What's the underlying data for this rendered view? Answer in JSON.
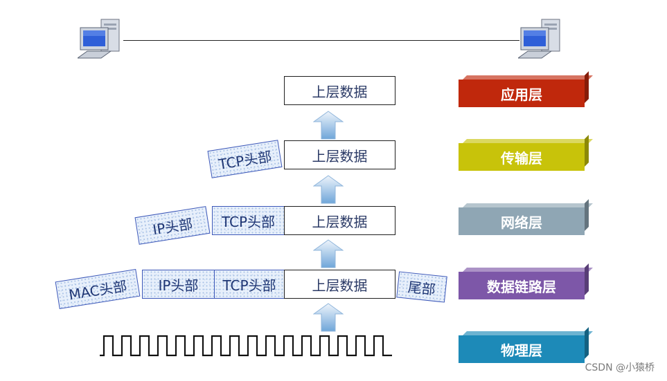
{
  "packet": {
    "upper_data": "上层数据",
    "tcp_header": "TCP头部",
    "ip_header": "IP头部",
    "mac_header": "MAC头部",
    "trailer": "尾部"
  },
  "layers": [
    {
      "label": "应用层",
      "color": "#c0280c"
    },
    {
      "label": "传输层",
      "color": "#c8c30a"
    },
    {
      "label": "网络层",
      "color": "#8fa6b4"
    },
    {
      "label": "数据链路层",
      "color": "#7d57a8"
    },
    {
      "label": "物理层",
      "color": "#1d8ab8"
    }
  ],
  "icons": {
    "host": "computer-icon",
    "arrow": "up-arrow-icon",
    "signal": "square-wave-icon"
  },
  "watermark": "CSDN @小猿桥"
}
